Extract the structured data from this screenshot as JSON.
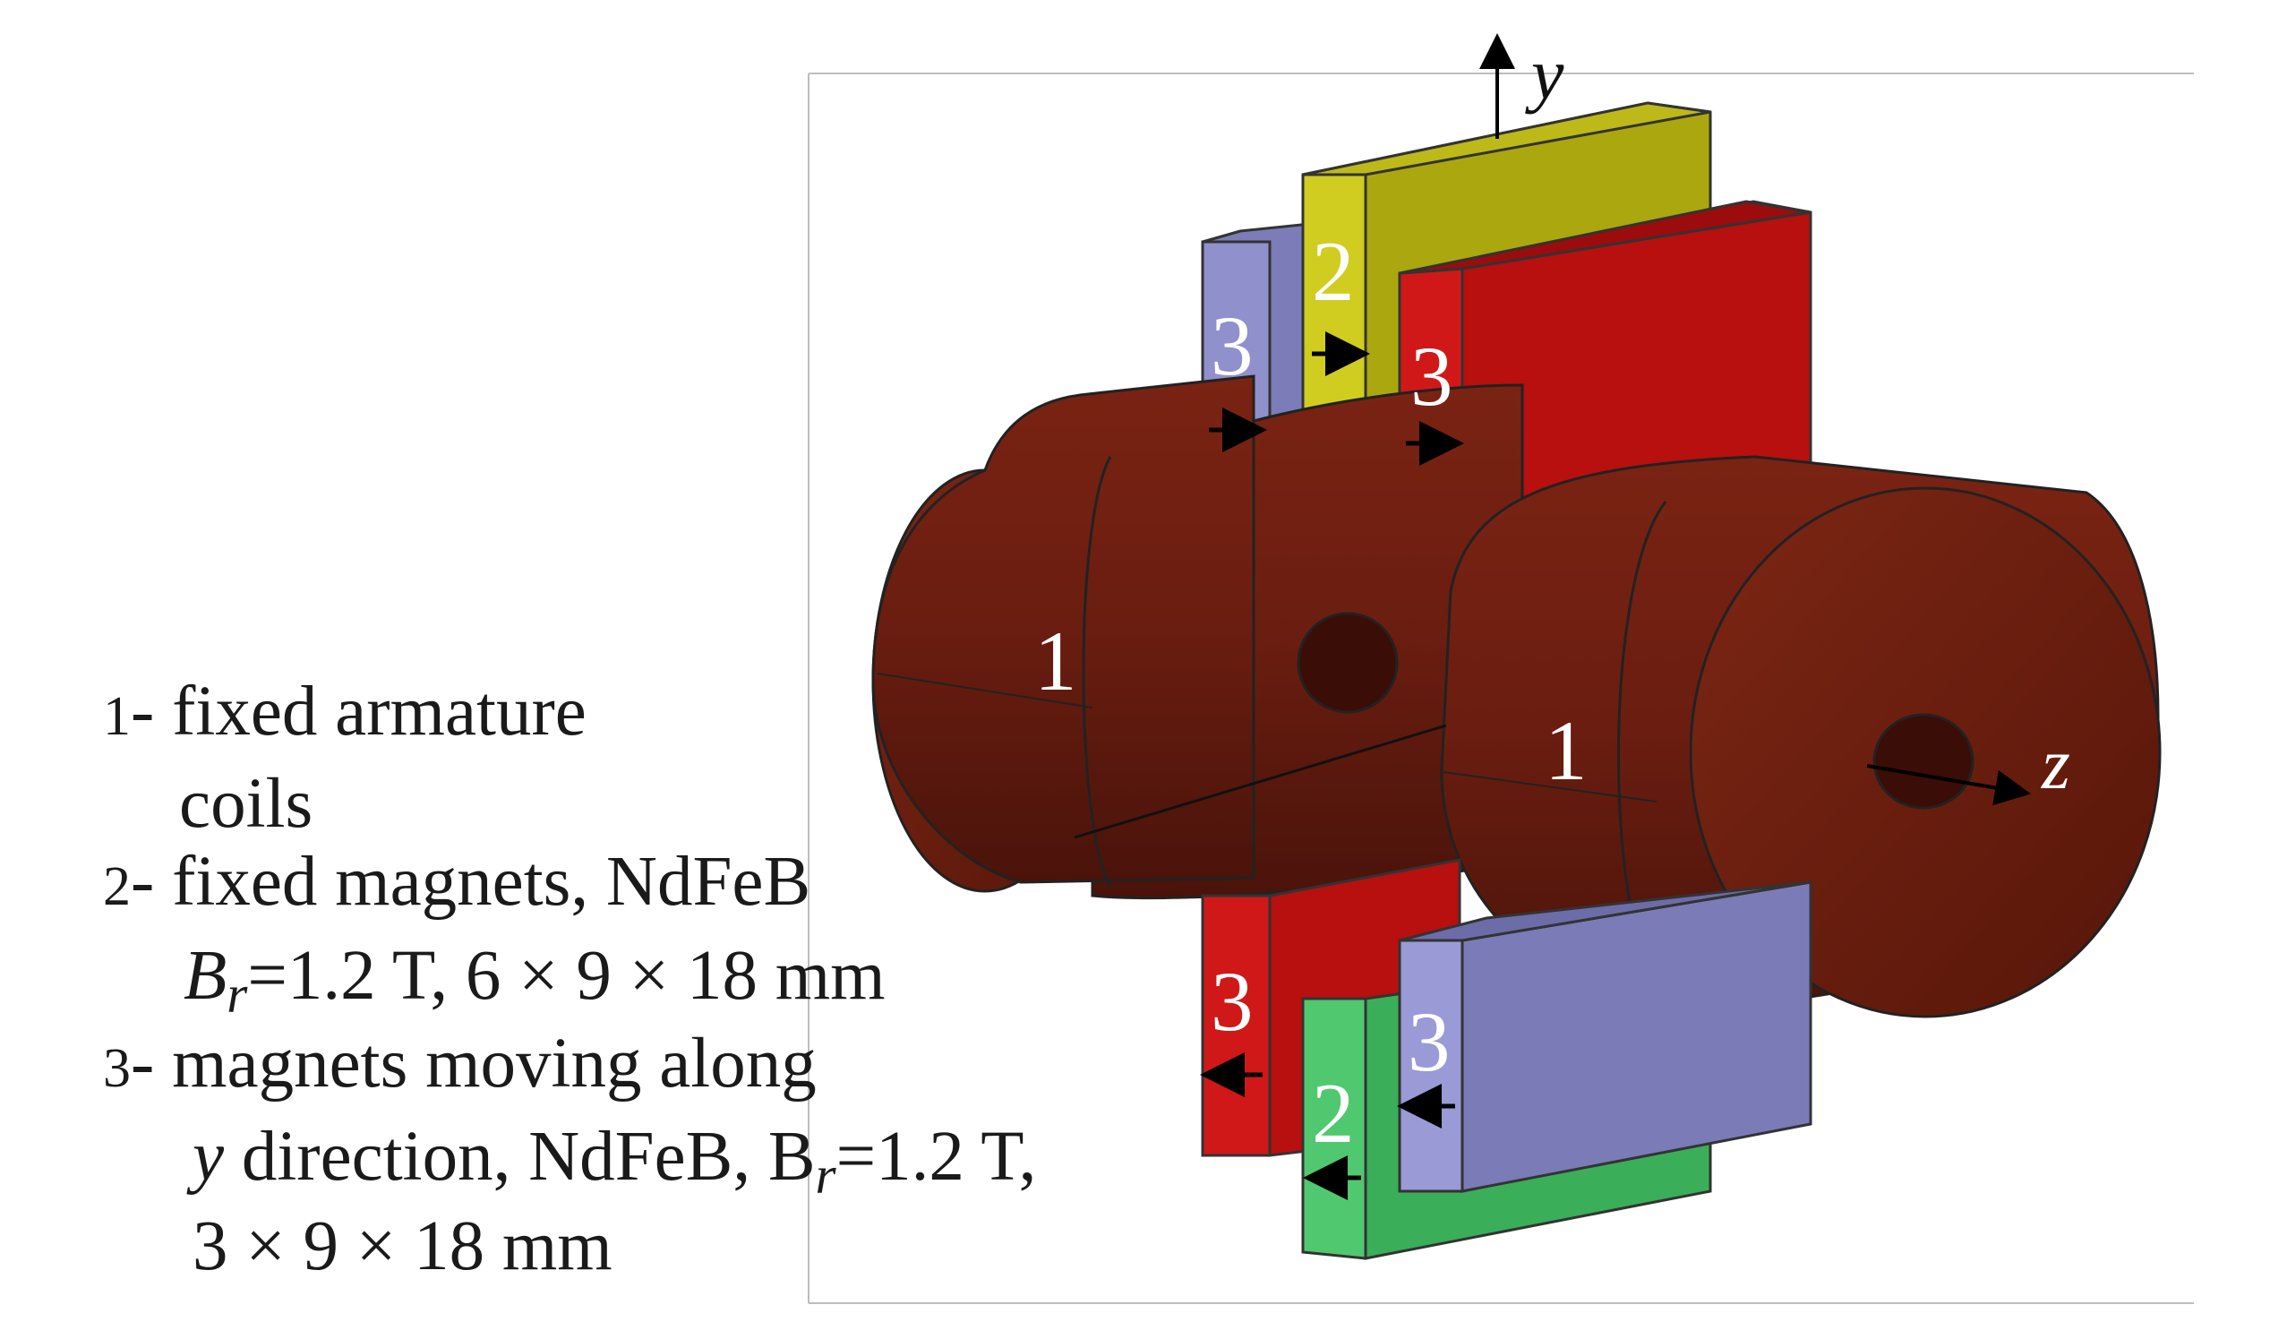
{
  "figure": {
    "part_labels": {
      "armature": "1",
      "fixed_magnet": "2",
      "moving_magnet": "3"
    },
    "axes": {
      "y": "y",
      "z": "z"
    },
    "colors": {
      "armature": "#6b1b10",
      "fixed_magnet_top": "#c6c31c",
      "fixed_magnet_bottom": "#4cc06c",
      "moving_magnet_red": "#c81414",
      "moving_magnet_blue": "#8c8cc8"
    }
  },
  "legend": {
    "item1": {
      "number": "1",
      "dash": "-",
      "line1": "fixed armature",
      "line2": "coils"
    },
    "item2": {
      "number": "2",
      "dash": "-",
      "line1": "fixed magnets, NdFeB",
      "line2_symbol": "B",
      "line2_sub": "r",
      "line2_rest": "=1.2 T, 6 × 9 × 18 mm"
    },
    "item3": {
      "number": "3",
      "dash": "-",
      "line1": "magnets moving along",
      "line2_var": "y",
      "line2_rest": " direction, NdFeB, B",
      "line2_sub": "r",
      "line2_tail": "=1.2 T,",
      "line3": "3 × 9 × 18 mm"
    }
  }
}
